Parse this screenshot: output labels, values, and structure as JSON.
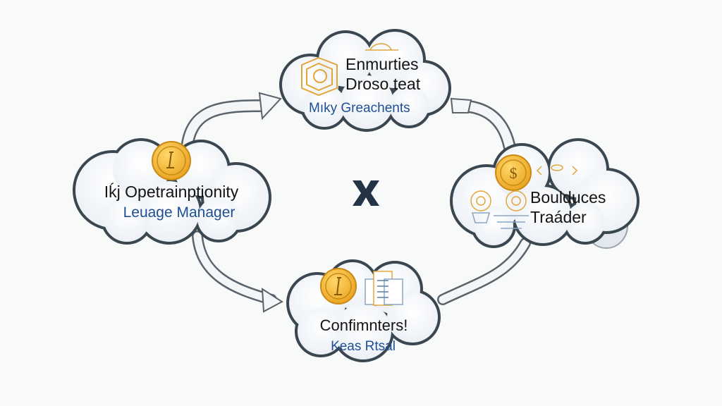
{
  "nodes": {
    "top": {
      "line1": "Enmurties",
      "line2": "Drosо teat",
      "subtitle": "Mıky Greachents",
      "icon": "shield-icon"
    },
    "left": {
      "line1": "Iḱj Opetrainptionity",
      "subtitle": "Leuage Manager",
      "icon": "coin-icon"
    },
    "right": {
      "line1": "Boulduces",
      "line2": "Traáder",
      "icon": "coin-icon"
    },
    "bottom": {
      "line1": "Confimnters!",
      "subtitle": "Keas Rtsal",
      "icon": "coin-icon"
    }
  },
  "center_logo": "x-logo-icon",
  "colors": {
    "blue_text": "#1e4f93",
    "coin": "#f2b233",
    "outline": "#3a4650",
    "logo": "#243447"
  }
}
